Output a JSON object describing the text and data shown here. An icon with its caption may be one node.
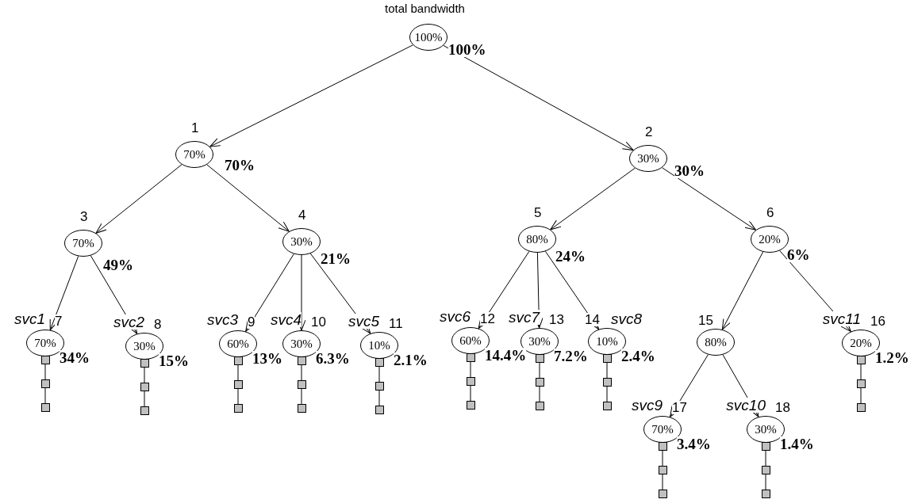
{
  "diagram": {
    "nodes": [
      {
        "text": [
          "100%"
        ],
        "beside": [
          "total bandwidth",
          "100%"
        ]
      },
      {
        "text": [
          "70%"
        ],
        "beside": [
          "1",
          "70%"
        ]
      },
      {
        "text": [
          "30%"
        ],
        "beside": [
          "2",
          "30%"
        ]
      },
      {
        "text": [
          "70%"
        ],
        "beside": [
          "3",
          "49%"
        ]
      },
      {
        "text": [
          "30%"
        ],
        "beside": [
          "4",
          "21%"
        ]
      },
      {
        "text": [
          "80%"
        ],
        "beside": [
          "5",
          "24%"
        ]
      },
      {
        "text": [
          "20%"
        ],
        "beside": [
          "6",
          "6%"
        ]
      },
      {
        "text": [
          "70%"
        ],
        "beside": [
          "7",
          "svc1",
          "34%"
        ]
      },
      {
        "text": [
          "30%"
        ],
        "beside": [
          "8",
          "svc2",
          "15%"
        ]
      },
      {
        "text": [
          "60%"
        ],
        "beside": [
          "9",
          "svc3",
          "13%"
        ]
      },
      {
        "text": [
          "30%"
        ],
        "beside": [
          "10",
          "svc4",
          "6.3%"
        ]
      },
      {
        "text": [
          "10%"
        ],
        "beside": [
          "11",
          "svc5",
          "2.1%"
        ]
      },
      {
        "text": [
          "60%"
        ],
        "beside": [
          "12",
          "svc6",
          "14.4%"
        ]
      },
      {
        "text": [
          "30%"
        ],
        "beside": [
          "13",
          "svc7",
          "7.2%"
        ]
      },
      {
        "text": [
          "10%"
        ],
        "beside": [
          "14",
          "svc8",
          "2.4%"
        ]
      },
      {
        "text": [
          "80%"
        ],
        "beside": [
          "15"
        ]
      },
      {
        "text": [
          "20%"
        ],
        "beside": [
          "16",
          "svc11",
          "1.2%"
        ]
      },
      {
        "text": [
          "70%"
        ],
        "beside": [
          "17",
          "svc9",
          "3.4%"
        ]
      },
      {
        "text": [
          "30%"
        ],
        "beside": [
          "18",
          "svc10",
          "1.4%"
        ]
      },
      {
        "text": [],
        "shape": "box"
      },
      {
        "text": [],
        "shape": "box"
      },
      {
        "text": [],
        "shape": "box"
      },
      {
        "text": [],
        "shape": "box"
      },
      {
        "text": [],
        "shape": "box"
      },
      {
        "text": [],
        "shape": "box"
      },
      {
        "text": [],
        "shape": "box"
      },
      {
        "text": [],
        "shape": "box"
      },
      {
        "text": [],
        "shape": "box"
      },
      {
        "text": [],
        "shape": "box"
      },
      {
        "text": [],
        "shape": "box"
      },
      {
        "text": [],
        "shape": "box"
      },
      {
        "text": [],
        "shape": "box"
      },
      {
        "text": [],
        "shape": "box"
      },
      {
        "text": [],
        "shape": "box"
      },
      {
        "text": [],
        "shape": "box"
      },
      {
        "text": [],
        "shape": "box"
      },
      {
        "text": [],
        "shape": "box"
      },
      {
        "text": [],
        "shape": "box"
      },
      {
        "text": [],
        "shape": "box"
      },
      {
        "text": [],
        "shape": "box"
      },
      {
        "text": [],
        "shape": "box"
      },
      {
        "text": [],
        "shape": "box"
      },
      {
        "text": [],
        "shape": "box"
      },
      {
        "text": [],
        "shape": "box"
      },
      {
        "text": [],
        "shape": "box"
      },
      {
        "text": [],
        "shape": "box"
      },
      {
        "text": [],
        "shape": "box"
      },
      {
        "text": [],
        "shape": "box"
      },
      {
        "text": [],
        "shape": "box"
      },
      {
        "text": [],
        "shape": "box"
      },
      {
        "text": [],
        "shape": "box"
      },
      {
        "text": [],
        "shape": "box"
      }
    ],
    "edges": [
      {
        "from": 0,
        "to": 1,
        "arrow": "to"
      },
      {
        "from": 0,
        "to": 2,
        "arrow": "to"
      },
      {
        "from": 1,
        "to": 3,
        "arrow": "to"
      },
      {
        "from": 1,
        "to": 4,
        "arrow": "to"
      },
      {
        "from": 2,
        "to": 5,
        "arrow": "to"
      },
      {
        "from": 2,
        "to": 6,
        "arrow": "to"
      },
      {
        "from": 3,
        "to": 7,
        "arrow": "to"
      },
      {
        "from": 3,
        "to": 8,
        "arrow": "to"
      },
      {
        "from": 4,
        "to": 9,
        "arrow": "to"
      },
      {
        "from": 4,
        "to": 10,
        "arrow": "to"
      },
      {
        "from": 4,
        "to": 11,
        "arrow": "to"
      },
      {
        "from": 5,
        "to": 12,
        "arrow": "to"
      },
      {
        "from": 5,
        "to": 13,
        "arrow": "to"
      },
      {
        "from": 5,
        "to": 14,
        "arrow": "to"
      },
      {
        "from": 6,
        "to": 15,
        "arrow": "to"
      },
      {
        "from": 6,
        "to": 16,
        "arrow": "to"
      },
      {
        "from": 15,
        "to": 17,
        "arrow": "to"
      },
      {
        "from": 15,
        "to": 18,
        "arrow": "to"
      },
      {
        "from": 19,
        "to": 20,
        "arrow": "none"
      },
      {
        "from": 20,
        "to": 21,
        "arrow": "none"
      },
      {
        "from": 22,
        "to": 23,
        "arrow": "none"
      },
      {
        "from": 23,
        "to": 24,
        "arrow": "none"
      },
      {
        "from": 25,
        "to": 26,
        "arrow": "none"
      },
      {
        "from": 26,
        "to": 27,
        "arrow": "none"
      },
      {
        "from": 28,
        "to": 29,
        "arrow": "none"
      },
      {
        "from": 29,
        "to": 30,
        "arrow": "none"
      },
      {
        "from": 31,
        "to": 32,
        "arrow": "none"
      },
      {
        "from": 32,
        "to": 33,
        "arrow": "none"
      },
      {
        "from": 34,
        "to": 35,
        "arrow": "none"
      },
      {
        "from": 35,
        "to": 36,
        "arrow": "none"
      },
      {
        "from": 37,
        "to": 38,
        "arrow": "none"
      },
      {
        "from": 38,
        "to": 39,
        "arrow": "none"
      },
      {
        "from": 40,
        "to": 41,
        "arrow": "none"
      },
      {
        "from": 41,
        "to": 42,
        "arrow": "none"
      },
      {
        "from": 43,
        "to": 44,
        "arrow": "none"
      },
      {
        "from": 44,
        "to": 45,
        "arrow": "none"
      },
      {
        "from": 46,
        "to": 47,
        "arrow": "none"
      },
      {
        "from": 47,
        "to": 48,
        "arrow": "none"
      },
      {
        "from": 49,
        "to": 50,
        "arrow": "none"
      },
      {
        "from": 50,
        "to": 51,
        "arrow": "none"
      }
    ]
  }
}
